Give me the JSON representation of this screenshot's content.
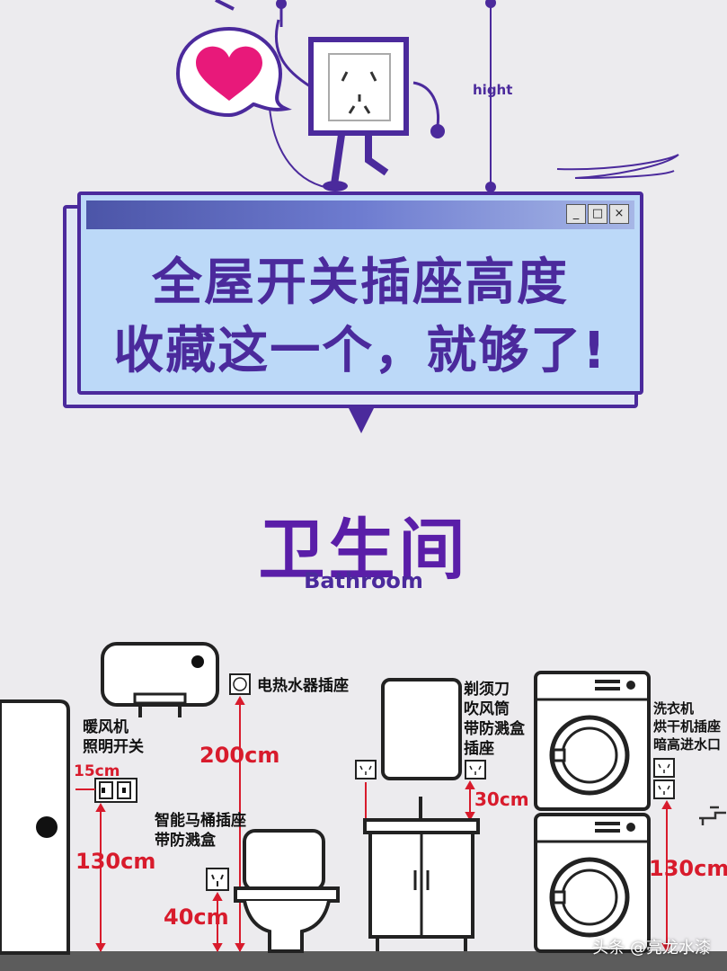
{
  "header": {
    "headline_line1": "全屋开关插座高度",
    "headline_line2": "收藏这一个，就够了!",
    "hight_label": "hight",
    "window_buttons": [
      "_",
      "□",
      "×"
    ]
  },
  "section": {
    "title": "卫生间",
    "subtitle": "Bathroom"
  },
  "labels": {
    "heater_switch": [
      "暖风机",
      "照明开关"
    ],
    "heater_switch_offset": "15cm",
    "heater_switch_height": "130cm",
    "water_heater_socket": "电热水器插座",
    "water_heater_height": "200cm",
    "toilet_socket": [
      "智能马桶插座",
      "带防溅盒"
    ],
    "toilet_height": "40cm",
    "razor_socket": [
      "剃须刀",
      "吹风筒",
      "带防溅盒",
      "插座"
    ],
    "razor_height": "30cm",
    "washer_socket": [
      "洗衣机",
      "烘干机插座",
      "暗高进水口"
    ],
    "washer_height": "130cm"
  },
  "watermark": "头条 @亮龙水漆",
  "colors": {
    "primary": "#4b2a9c",
    "measure_red": "#d81b2c",
    "window_blue": "#bcd9f8",
    "heart": "#e8197a"
  }
}
